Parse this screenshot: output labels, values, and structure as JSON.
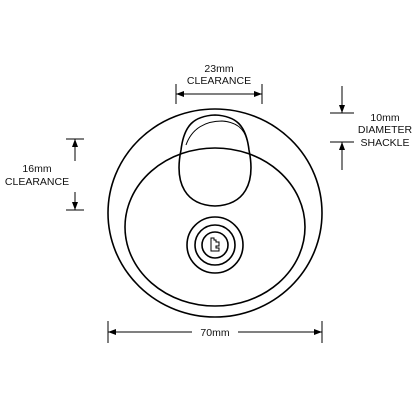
{
  "annotations": {
    "top_clearance": {
      "value": "23mm",
      "label": "CLEARANCE"
    },
    "shackle_diameter": {
      "value": "10mm",
      "line1": "DIAMETER",
      "line2": "SHACKLE"
    },
    "side_clearance": {
      "value": "16mm",
      "label": "CLEARANCE"
    },
    "overall_width": {
      "value": "70mm"
    }
  },
  "colors": {
    "line": "#000000",
    "background": "#ffffff"
  }
}
